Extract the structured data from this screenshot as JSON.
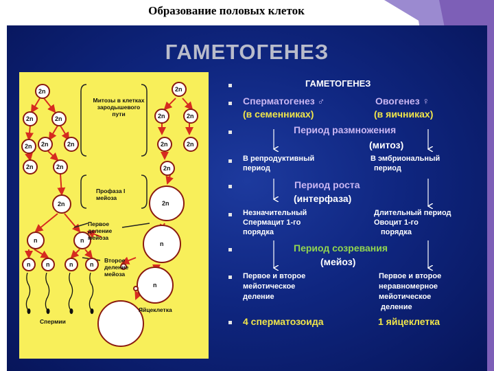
{
  "slide_title": "Образование половых клеток",
  "main_title": "ГАМЕТОГЕНЕЗ",
  "diagram": {
    "cells": {
      "two_n": "2n",
      "n": "n"
    },
    "labels": {
      "mitosis": "Митозы в клетках зародышевого пути",
      "prophase": "Профаза I мейоза",
      "first_division": "Первое деление мейоза",
      "second_division": "Второе деление мейоза",
      "sperm": "Спермии",
      "egg": "Яйцеклетка"
    }
  },
  "right": {
    "heading": "ГАМЕТОГЕНЕЗ",
    "sperm_col": "Сперматогенез ♂",
    "ovo_col": "Овогенез ♀",
    "sperm_place": "(в семенниках)",
    "ovo_place": "(в яичниках)",
    "period1": "Период размножения",
    "period1_sub": "(митоз)",
    "p1_left_1": "В репродуктивный",
    "p1_left_2": "период",
    "p1_right_1": "В эмбриональный",
    "p1_right_2": "период",
    "period2": "Период  роста",
    "period2_sub": "(интерфаза)",
    "p2_left_1": "Незначительный",
    "p2_left_2": "Спермацит 1-го",
    "p2_left_3": "порядка",
    "p2_right_1": "Длительный период",
    "p2_right_2": "Овоцит 1-го",
    "p2_right_3": "порядка",
    "period3": "Период созревания",
    "period3_sub": "(мейоз)",
    "p3_left_1": "Первое и второе",
    "p3_left_2": "мейотическое",
    "p3_left_3": "деление",
    "p3_right_1": "Первое и второе",
    "p3_right_2": "неравномерное",
    "p3_right_3": "мейотическое",
    "p3_right_4": "деление",
    "result_left": "4 сперматозоида",
    "result_right": "1 яйцеклетка"
  },
  "colors": {
    "panel": "#0f2680",
    "box": "#f8ef5a",
    "arrow": "#d62b1f",
    "yellow": "#f1e64a",
    "green": "#92d64f"
  }
}
